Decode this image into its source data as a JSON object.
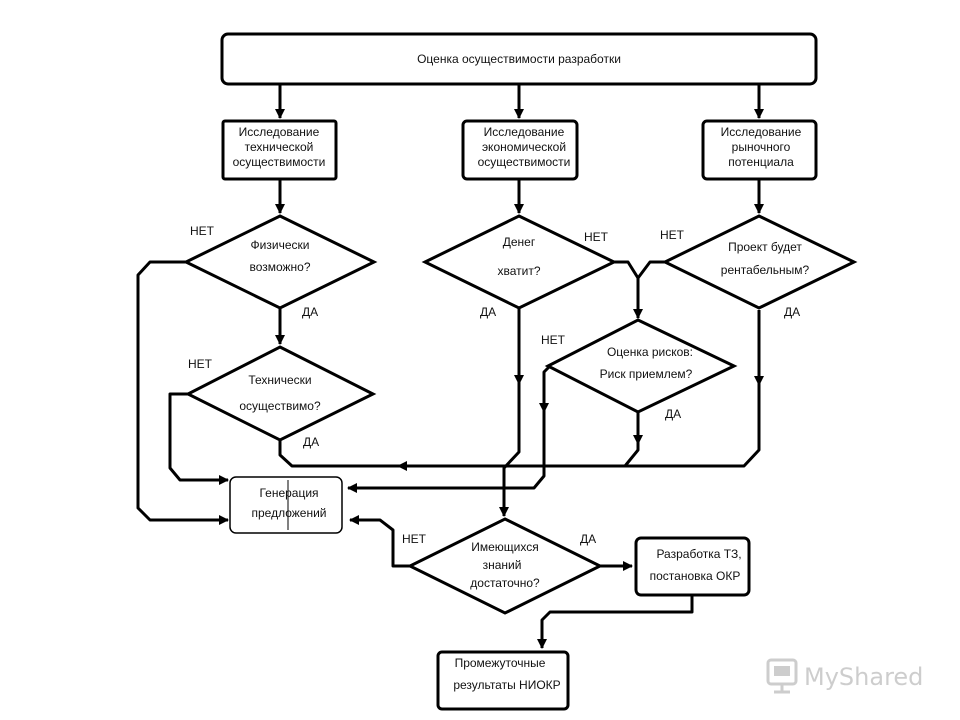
{
  "nodes": {
    "feasibility": "Оценка осуществимости разработки",
    "tech_study": [
      "Исследование",
      "технической",
      "осуществимости"
    ],
    "econ_study": [
      "Исследование",
      "экономической",
      "осуществимости"
    ],
    "market_study": [
      "Исследование",
      "рыночного",
      "потенциала"
    ],
    "physically": [
      "Физически",
      "возможно?"
    ],
    "money": [
      "Денег",
      "хватит?"
    ],
    "profitable": [
      "Проект будет",
      "рентабельным?"
    ],
    "technically": [
      "Технически",
      "осуществимо?"
    ],
    "risk": [
      "Оценка рисков:",
      "Риск приемлем?"
    ],
    "generation": [
      "Генерация",
      "предложений"
    ],
    "knowledge": [
      "Имеющихся",
      "знаний",
      "достаточно?"
    ],
    "spec": [
      "Разработка ТЗ,",
      "постановка ОКР"
    ],
    "results": [
      "Промежуточные",
      "результаты НИОКР"
    ]
  },
  "labels": {
    "no": "НЕТ",
    "yes": "ДА"
  },
  "watermark": "MyShared"
}
